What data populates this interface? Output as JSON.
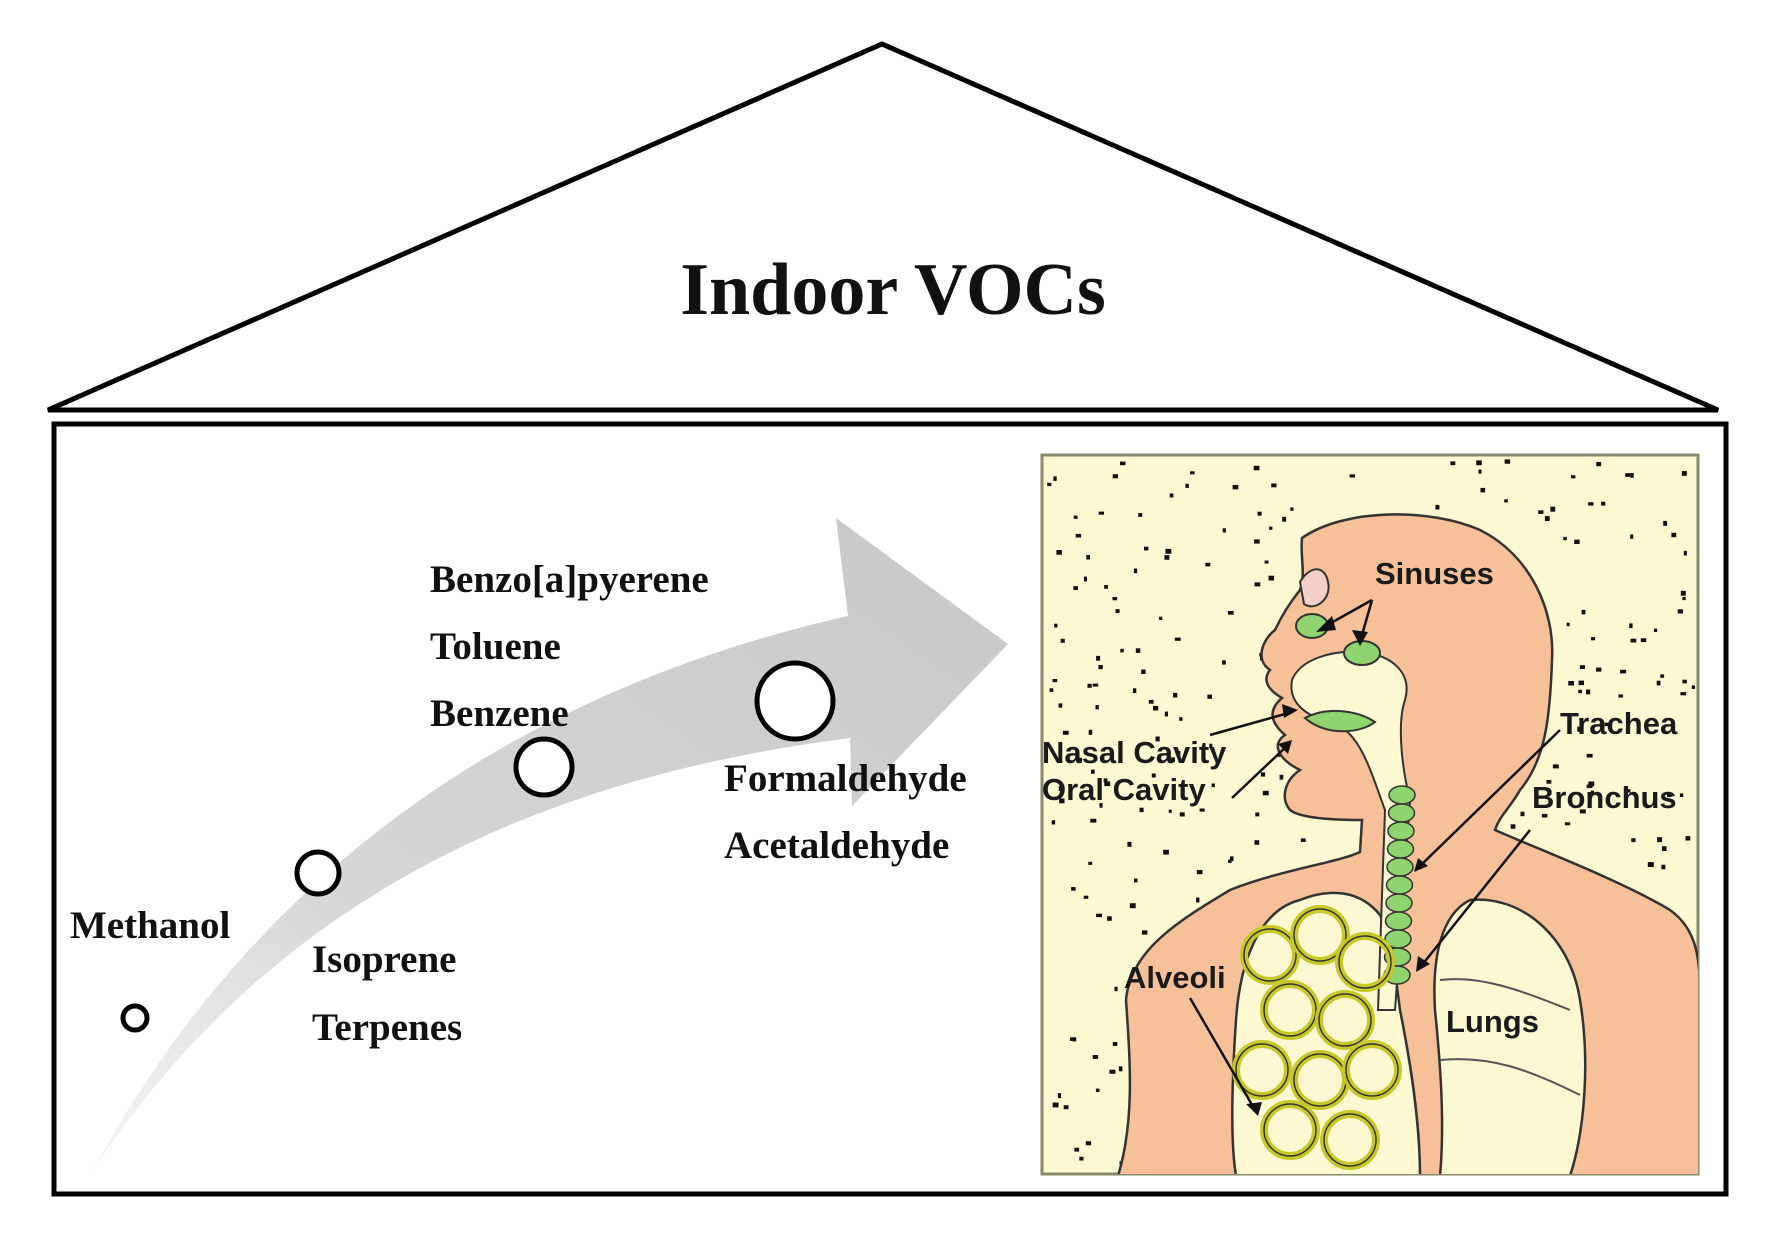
{
  "title": "Indoor VOCs",
  "vocs": {
    "methanol": "Methanol",
    "isoprene": "Isoprene",
    "terpenes": "Terpenes",
    "benzo": "Benzo[a]pyerene",
    "toluene": "Toluene",
    "benzene": "Benzene",
    "formaldehyde": "Formaldehyde",
    "acetaldehyde": "Acetaldehyde"
  },
  "anatomy": {
    "sinuses": "Sinuses",
    "nasal_cavity": "Nasal Cavity",
    "oral_cavity": "Oral Cavity",
    "trachea": "Trachea",
    "bronchus": "Bronchus",
    "alveoli": "Alveoli",
    "lungs": "Lungs"
  },
  "colors": {
    "background_panel": "#fbf8d2",
    "skin": "#f6c199",
    "airway_green": "#8fd46e",
    "alveoli_yellow": "#c8c82a",
    "lung": "#fbf8d2",
    "arrow_gray": "#d4d4d4"
  }
}
